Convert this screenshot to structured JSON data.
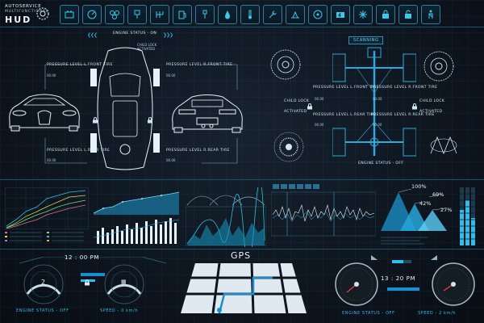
{
  "header": {
    "brand_line1": "AUTOSERVICE",
    "brand_line2": "MULTIFUNCTIONAL",
    "brand_line3": "HUD",
    "icons": [
      "battery-icon",
      "speedometer-icon",
      "gearbox-icon",
      "piston-icon",
      "transmission-icon",
      "fuel-pump-icon",
      "spark-plug-icon",
      "oil-drop-icon",
      "thermometer-icon",
      "wrench-icon",
      "jack-icon",
      "steering-wheel-icon",
      "battery-warning-icon",
      "snowflake-icon",
      "lock-icon",
      "lock-open-icon",
      "seat-belt-icon"
    ]
  },
  "car_panel": {
    "engine_status_top": "ENGINE STATUS - ON",
    "child_lock_top": "CHILD LOCK ACTIVATED",
    "pressure_lf": "PRESSURE LEVEL L.FRONT TIRE",
    "pressure_lf_value": "00.00",
    "pressure_rf": "PRESSURE LEVEL R.FRONT TIRE",
    "pressure_rf_value": "00.00",
    "pressure_lr": "PRESSURE LEVEL L.REAR TIRE",
    "pressure_lr_value": "00.00",
    "pressure_rr": "PRESSURE LEVEL R.REAR TIRE",
    "pressure_rr_value": "00.00"
  },
  "chassis_panel": {
    "scanning": "SCANNING",
    "child_lock_left": "CHILD LOCK",
    "activated_left": "ACTIVATED",
    "child_lock_right": "CHILD LOCK",
    "activated_right": "ACTIVATED",
    "pressure_lf": "PRESSURE LEVEL L.FRONT TIRE",
    "pressure_lf_value": "00.00",
    "pressure_rf": "PRESSURE LEVEL R.FRONT TIRE",
    "pressure_rf_value": "00.00",
    "pressure_lr": "PRESSURE LEVEL L.REAR TIRE",
    "pressure_lr_value": "00.00",
    "pressure_rr": "PRESSURE LEVEL R.REAR TIRE",
    "pressure_rr_value": "00.00",
    "engine_status": "ENGINE STATUS - OFF"
  },
  "percentages": {
    "p1": "100%",
    "p2": "69%",
    "p3": "42%",
    "p4": "27%"
  },
  "left_dash": {
    "time": "12 : 00 PM",
    "gear": "2",
    "engine_status": "ENGINE STATUS - OFF",
    "speed": "SPEED - 0 km/h"
  },
  "gps": {
    "label": "GPS"
  },
  "right_dash": {
    "time": "13 : 20 PM",
    "engine_status": "ENGINE STATUS - OFF",
    "speed": "SPEED - 2 km/h"
  },
  "colors": {
    "accent": "#2fbdea",
    "blue": "#1a8fd0",
    "bg": "#0d1520"
  }
}
